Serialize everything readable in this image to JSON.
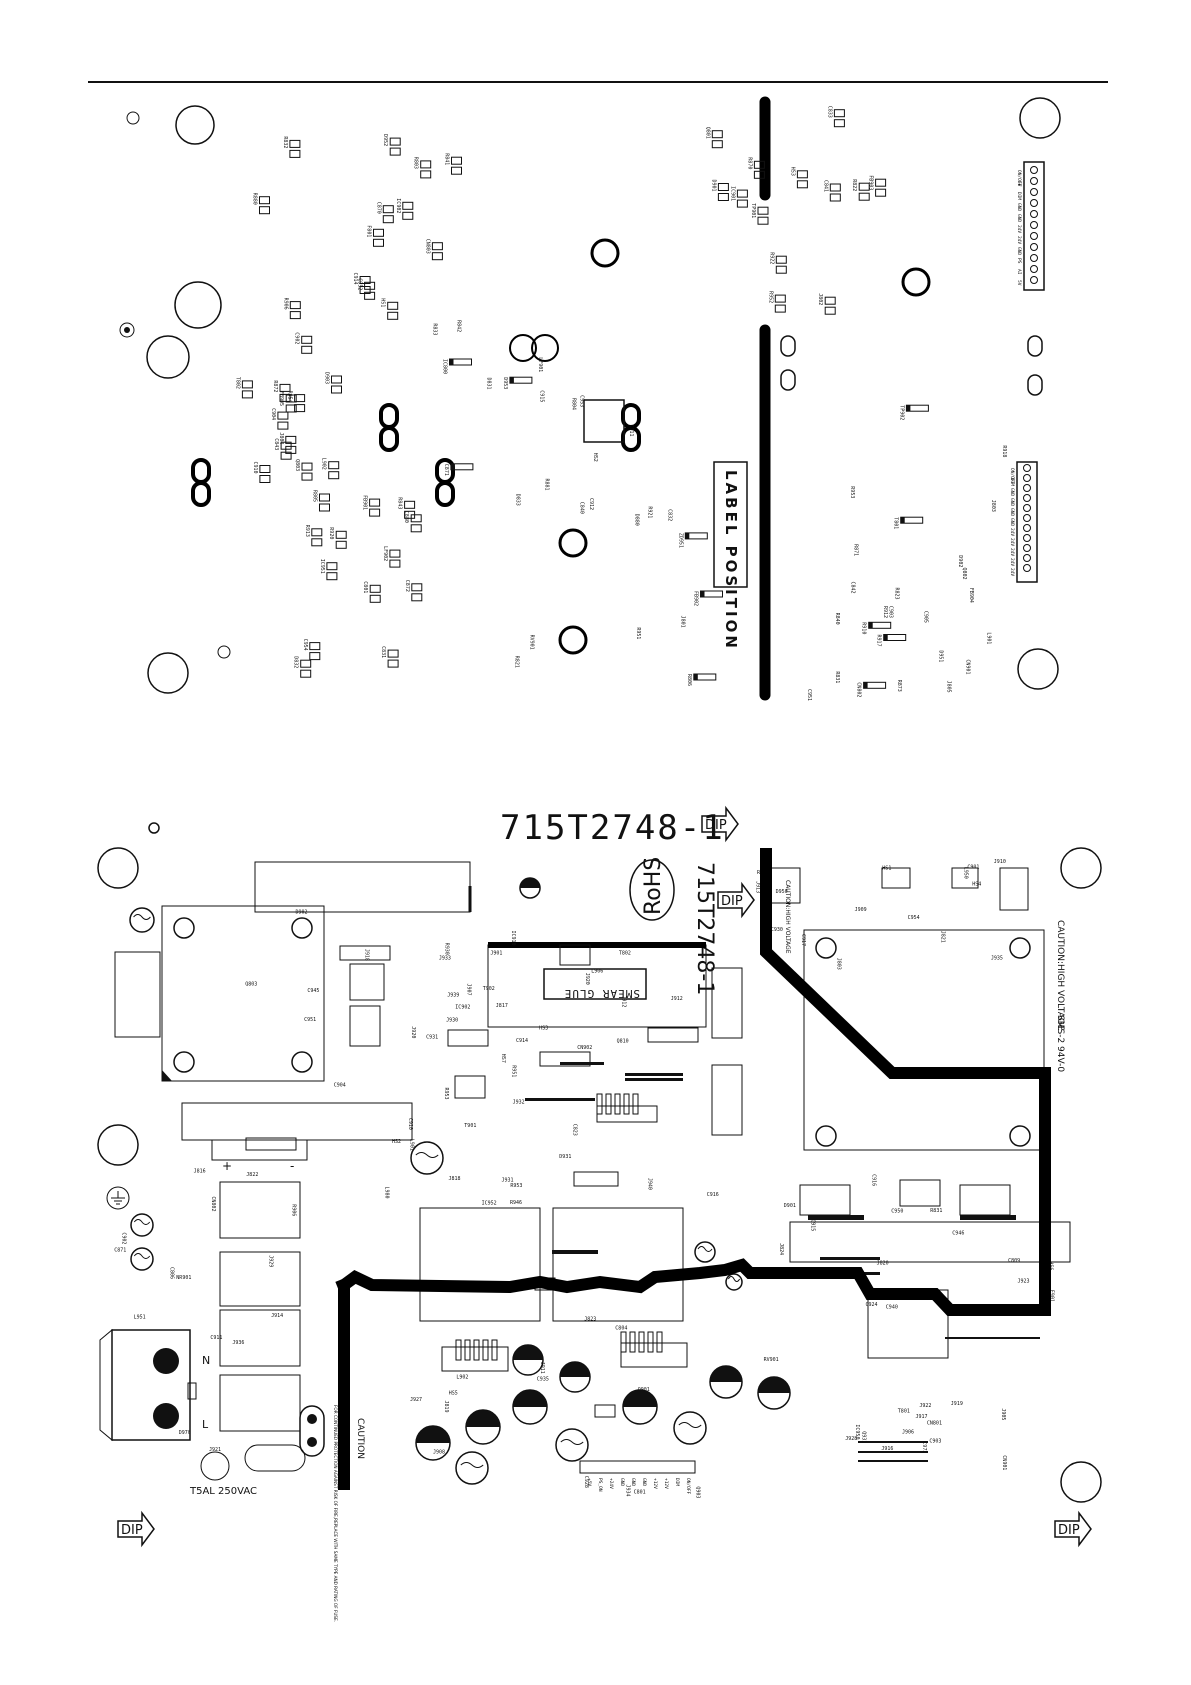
{
  "top_board": {
    "label_position": "LABEL POSITION",
    "component_labels": [
      "F801",
      "IC800",
      "C801",
      "R821",
      "R822",
      "R823",
      "C902",
      "C903",
      "R803",
      "R804",
      "R805",
      "R806",
      "IC901",
      "R918",
      "C904",
      "C905",
      "R906",
      "LF901",
      "LF902",
      "RV901",
      "HS3",
      "R910",
      "C910",
      "R912",
      "IC902",
      "C911",
      "R913",
      "C912",
      "D901",
      "D902",
      "D903",
      "R917",
      "C914",
      "C915",
      "R920",
      "R921",
      "R922",
      "L901",
      "L902",
      "D951",
      "D952",
      "D953",
      "IC951",
      "R951",
      "R952",
      "R953",
      "R954",
      "C951",
      "C952",
      "C953",
      "C954",
      "ZD951",
      "Q801",
      "Q802",
      "Q803",
      "R831",
      "R832",
      "R833",
      "C831",
      "C832",
      "C833",
      "T801",
      "T802",
      "R840",
      "R841",
      "R842",
      "R843",
      "C840",
      "C841",
      "C842",
      "C843",
      "CN802",
      "CN803",
      "D831",
      "D832",
      "D833",
      "R870",
      "R871",
      "R872",
      "R873",
      "C870",
      "C871",
      "C872",
      "J801",
      "J802",
      "J803",
      "J804",
      "J805",
      "HS1",
      "HS2",
      "FB901",
      "FB902",
      "FB903",
      "FB904",
      "FB905",
      "CN901",
      "R880",
      "R881",
      "C880",
      "D880",
      "TP901",
      "TP902"
    ],
    "connector_pins_1": [
      "ON/OFF",
      "5V",
      "DIM",
      "GND",
      "GND",
      "24V",
      "24V",
      "GND",
      "PS",
      "AI",
      "5V"
    ],
    "connector_pins_2": [
      "ON/OFF",
      "DIM",
      "GND",
      "GND",
      "GND",
      "GND",
      "24V",
      "24V",
      "24V",
      "24V",
      "24V"
    ]
  },
  "bottom_board": {
    "board_number": "715T2748-1",
    "board_number_vertical": "715T2748-1",
    "dip_label": "DIP",
    "rohs": "RoHS",
    "smear_glue": "SMEAR GLUE",
    "caution_hv": "CAUTION:HIGH VOLTAGE",
    "caution_hv_right": "CAUTION:HIGH VOLTAGE",
    "ul_mark": "SMS-2 94V-0",
    "fuse_rating": "T5AL  250VAC",
    "caution_fire": "CAUTION",
    "caution_fire_text": "FOR CONTINUED PROTECTION AGAINST RISK OF FIRE,REPLACE WITH SAME TYPE AND RATING OF FUSE.",
    "mains_l": "L",
    "mains_n": "N",
    "bridge_plus": "+",
    "bridge_minus": "-",
    "component_labels": [
      "J907",
      "HS2",
      "C914",
      "C917",
      "C924",
      "Q901",
      "R906",
      "J906",
      "J939",
      "C910",
      "L906",
      "J909",
      "C916",
      "J908",
      "C911",
      "J905",
      "D902",
      "J932",
      "HS7",
      "J910",
      "R831",
      "J911",
      "J914",
      "J916",
      "R953",
      "R946",
      "J912",
      "J913",
      "J915",
      "C801",
      "C806",
      "T801",
      "IC902",
      "J940",
      "HS3",
      "C930",
      "HS6",
      "C935",
      "J936",
      "Q931",
      "C931",
      "D931",
      "J912",
      "R944",
      "C940",
      "Q903",
      "J921",
      "J922",
      "R930",
      "T901",
      "T902",
      "J803",
      "C809",
      "C804",
      "CN802",
      "CN801",
      "Q803",
      "C823",
      "Q810",
      "HS1",
      "J824",
      "J823",
      "J822",
      "IC950",
      "C951",
      "C916",
      "IC910",
      "J935",
      "J923",
      "J934",
      "C871",
      "J919",
      "J918",
      "IC952",
      "T802",
      "J821",
      "D901",
      "L902",
      "C902",
      "C903",
      "C904",
      "L901",
      "J901",
      "D950",
      "C915",
      "HS5",
      "D970",
      "C972",
      "J930",
      "J931",
      "J920",
      "HS4",
      "C946",
      "C928",
      "L951",
      "J917",
      "J920",
      "J818",
      "J817",
      "L950",
      "C950",
      "J927",
      "J929",
      "J928",
      "C945",
      "L980",
      "CN902",
      "C901",
      "F901",
      "RV901",
      "NR901",
      "CN901",
      "J933",
      "R953",
      "R951",
      "C954",
      "J820",
      "J819",
      "J816"
    ],
    "cn902_pins": [
      "+5V",
      "PS_ON",
      "+24V",
      "GND",
      "GND",
      "GND",
      "+12V",
      "+12V",
      "DIM",
      "ON/OFF"
    ]
  }
}
